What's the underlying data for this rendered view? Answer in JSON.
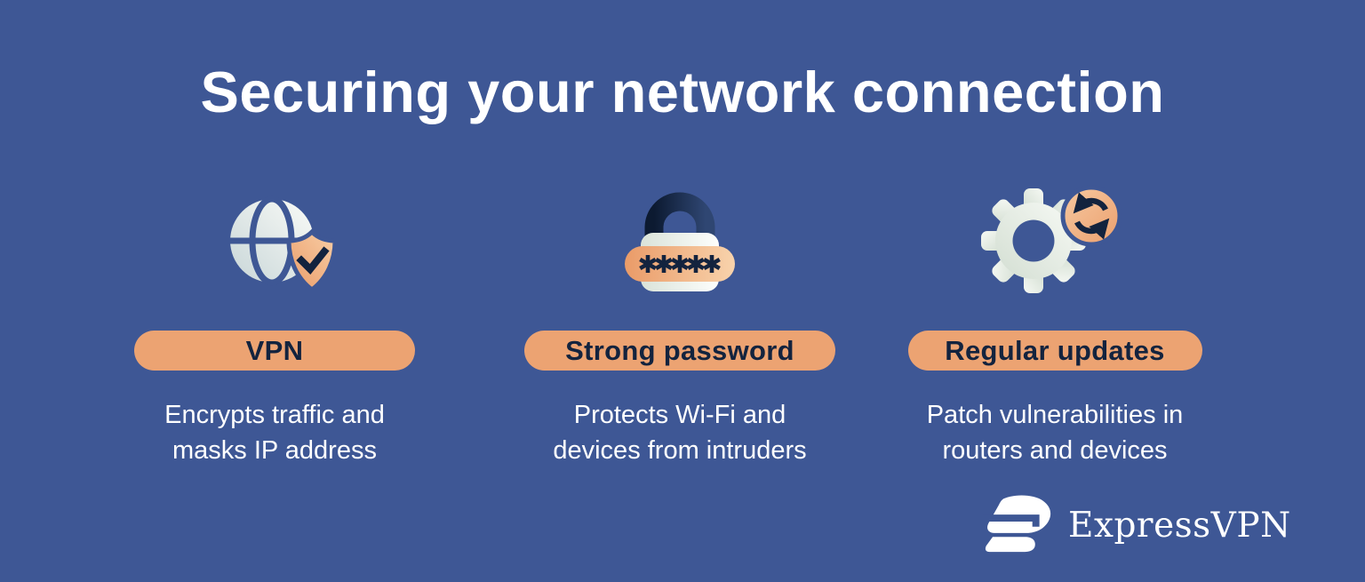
{
  "title": "Securing your network connection",
  "columns": [
    {
      "label": "VPN",
      "description": "Encrypts traffic and\nmasks IP address",
      "icon": "globe-shield-icon"
    },
    {
      "label": "Strong password",
      "description": "Protects Wi-Fi and\ndevices from intruders",
      "icon": "password-lock-icon",
      "password_mask": "*****"
    },
    {
      "label": "Regular updates",
      "description": "Patch vulnerabilities in\nrouters and devices",
      "icon": "gear-refresh-icon"
    }
  ],
  "footer": {
    "brand": "ExpressVPN",
    "logo": "expressvpn-logo-icon"
  },
  "colors": {
    "background": "#3E5795",
    "pill_orange": "#ECA372",
    "navy": "#13233E",
    "icon_light": "#E3EBE2",
    "text_white": "#FFFFFF"
  }
}
